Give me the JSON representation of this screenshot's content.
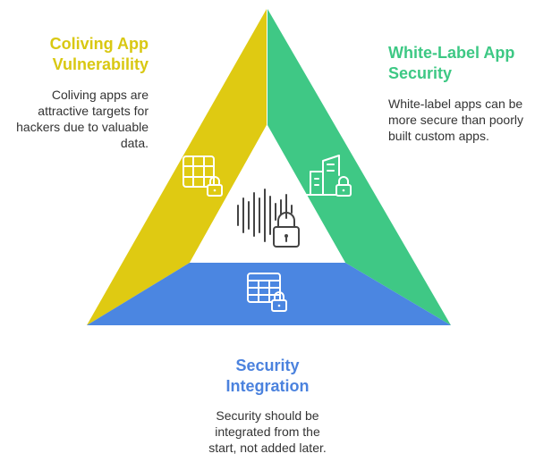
{
  "colors": {
    "left_panel": "#DFCA12",
    "right_panel": "#3FC885",
    "bottom_panel": "#4B86E1",
    "center": "#FFFFFF",
    "icon_stroke": "#FFFFFF",
    "center_icon_stroke": "#444444"
  },
  "left": {
    "title_line1": "Coliving App",
    "title_line2": "Vulnerability",
    "desc_line1": "Coliving apps are",
    "desc_line2": "attractive targets for",
    "desc_line3": "hackers due to valuable",
    "desc_line4": "data.",
    "icon": "grid-lock-icon"
  },
  "right": {
    "title_line1": "White-Label App",
    "title_line2": "Security",
    "desc_line1": "White-label apps can be",
    "desc_line2": "more secure than poorly",
    "desc_line3": "built custom apps.",
    "icon": "buildings-lock-icon"
  },
  "bottom": {
    "title_line1": "Security",
    "title_line2": "Integration",
    "desc_line1": "Security should be",
    "desc_line2": "integrated from the",
    "desc_line3": "start, not added later.",
    "icon": "table-lock-icon"
  },
  "center": {
    "icon": "soundwave-lock-icon"
  }
}
